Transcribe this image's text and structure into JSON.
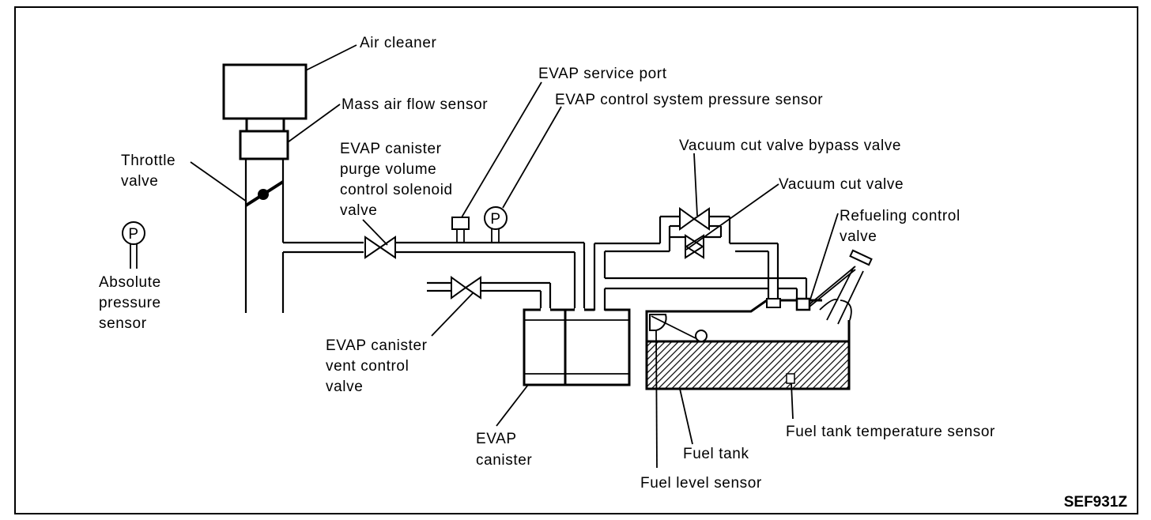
{
  "figure_code": "SEF931Z",
  "labels": {
    "air_cleaner": "Air cleaner",
    "mass_air_flow_sensor": "Mass air flow sensor",
    "throttle_valve": [
      "Throttle",
      "valve"
    ],
    "absolute_pressure_sensor": [
      "Absolute",
      "pressure",
      "sensor"
    ],
    "purge_valve": [
      "EVAP canister",
      "purge volume",
      "control solenoid",
      "valve"
    ],
    "service_port": "EVAP service port",
    "pressure_sensor": "EVAP control system pressure sensor",
    "bypass_valve": "Vacuum cut valve bypass valve",
    "vacuum_cut_valve": "Vacuum cut valve",
    "refueling_valve": [
      "Refueling control",
      "valve"
    ],
    "vent_valve": [
      "EVAP canister",
      "vent control",
      "valve"
    ],
    "canister": [
      "EVAP",
      "canister"
    ],
    "fuel_tank": "Fuel tank",
    "fuel_level_sensor": "Fuel level sensor",
    "fuel_temp_sensor": "Fuel tank temperature sensor"
  },
  "symbols": {
    "pressure_symbol": "P"
  }
}
